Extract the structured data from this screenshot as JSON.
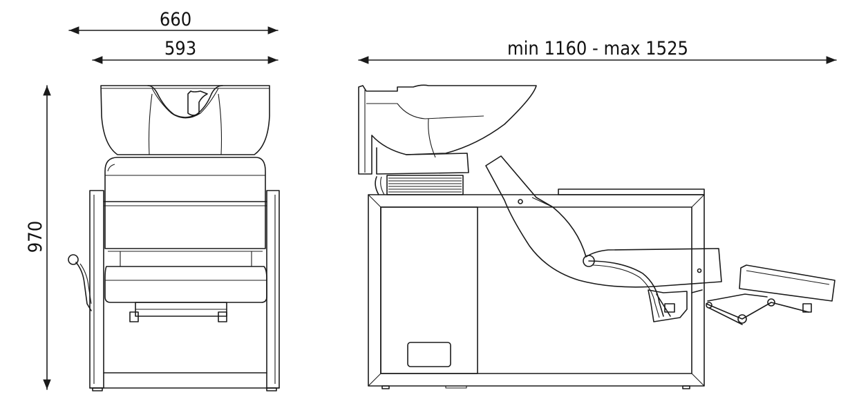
{
  "dimensions": {
    "front_total_width": "660",
    "front_seat_width": "593",
    "height": "970",
    "side_length": "min 1160 - max 1525"
  },
  "colors": {
    "line": "#1a1a1a",
    "background": "#ffffff"
  }
}
